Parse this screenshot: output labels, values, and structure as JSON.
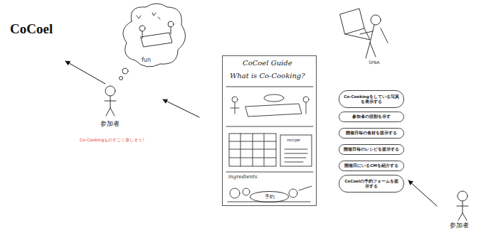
{
  "diagram": {
    "title": "CoCoel",
    "nodes": [
      {
        "text": [
          "CoCoel Guide",
          "What is Co-Cooking?",
          "recipe",
          "ingredients"
        ]
      },
      {
        "text": [
          "予約"
        ],
        "in": 0
      },
      {
        "text": [
          "Co-Cookingをしている写真を表示する"
        ]
      },
      {
        "text": [
          "参加者の役割を示す"
        ]
      },
      {
        "text": [
          "開催日毎の食材を提示する"
        ]
      },
      {
        "text": [
          "開催日毎のレシピを提示する"
        ]
      },
      {
        "text": [
          "開催日にいるCMを紹介する"
        ]
      },
      {
        "text": [
          "CoCoelの予約フォームを提示する"
        ]
      }
    ],
    "labels": [
      "fun",
      "参加者",
      "Co-Cookingものすごく楽しそう!",
      "SPBA",
      "参加者"
    ]
  }
}
